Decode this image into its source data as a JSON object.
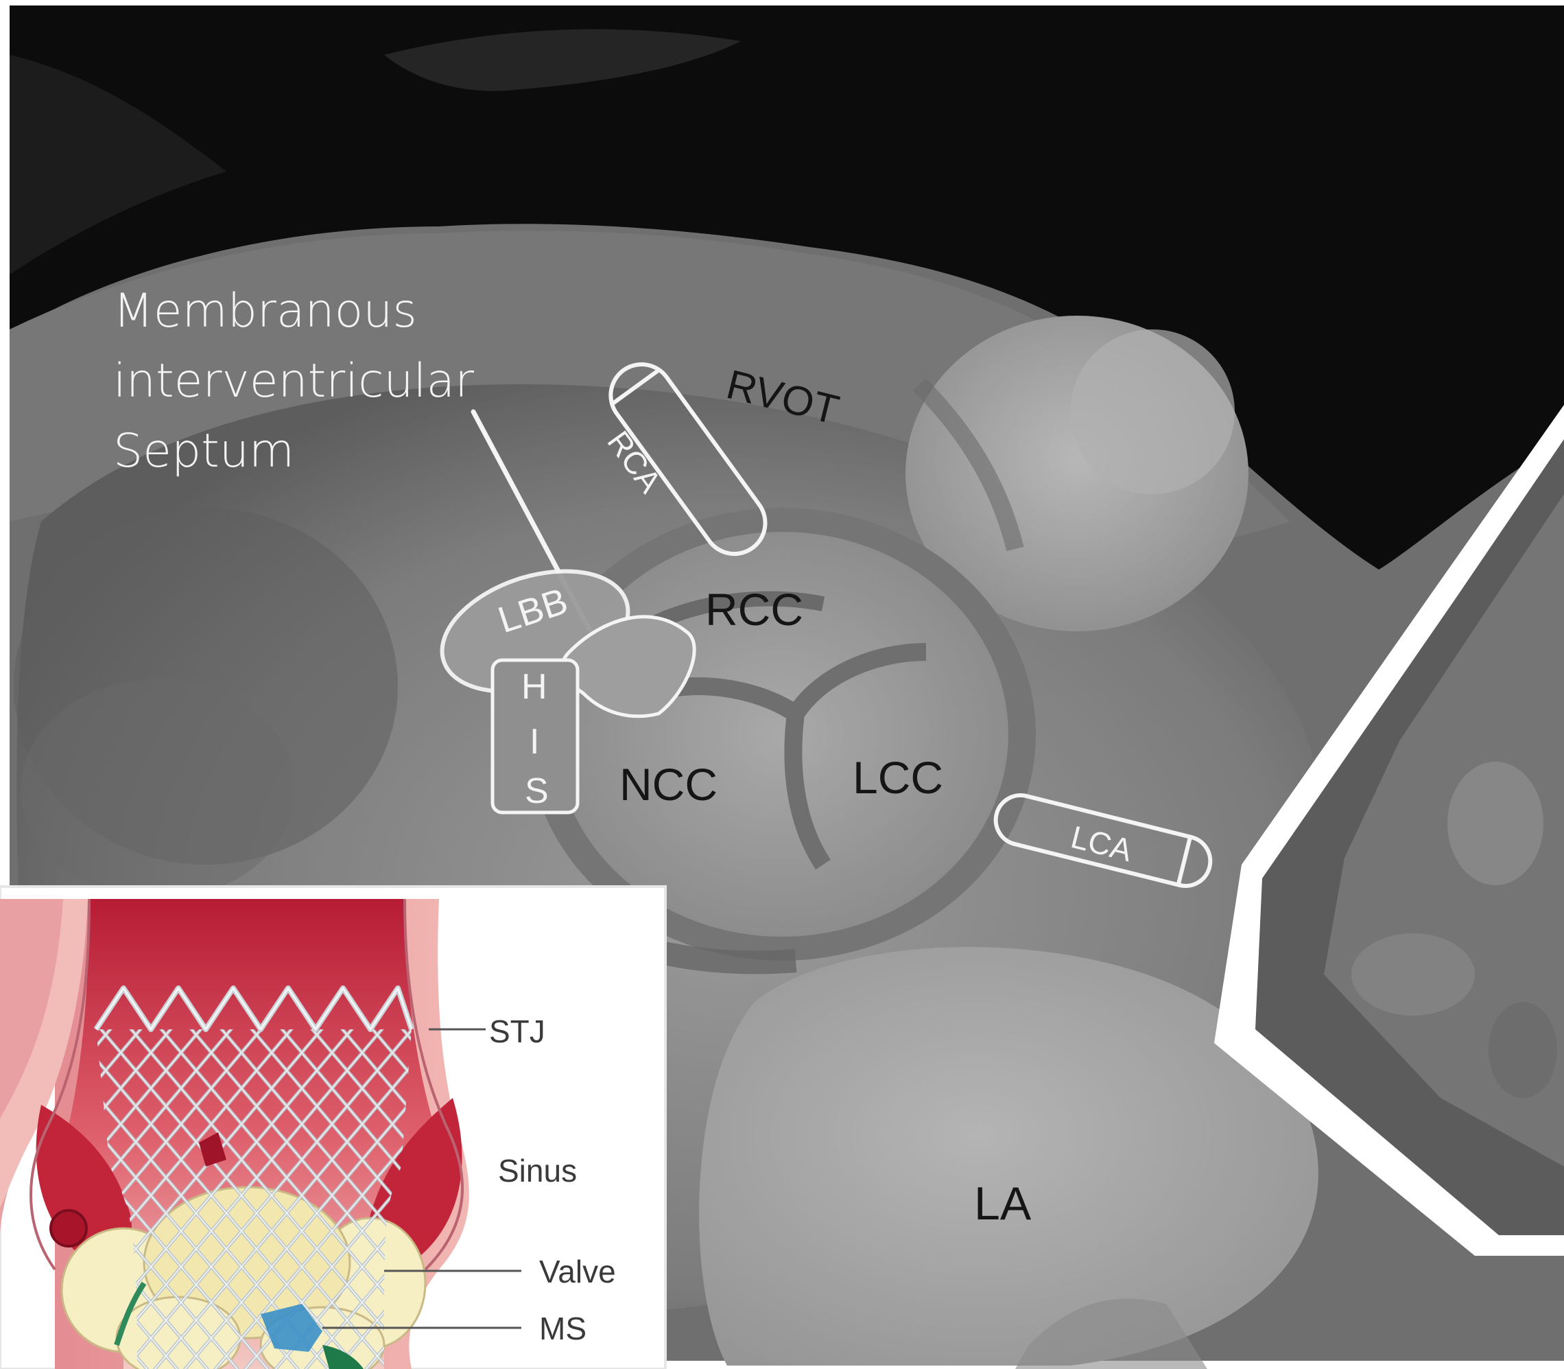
{
  "scan_labels": {
    "septum_line1": "Membranous",
    "septum_line2": "interventricular",
    "septum_line3": "Septum",
    "rvot": "RVOT",
    "rca": "RCA",
    "rcc": "RCC",
    "lbb": "LBB",
    "his_h": "H",
    "his_i": "I",
    "his_s": "S",
    "ncc": "NCC",
    "lcc": "LCC",
    "lca": "LCA",
    "la": "LA"
  },
  "inset_labels": {
    "stj": "STJ",
    "sinus": "Sinus",
    "valve": "Valve",
    "ms": "MS"
  },
  "colors": {
    "scan_dark": "#0a0a0a",
    "scan_gray": "#8a8a8a",
    "annotation_white": "#f4f4f4",
    "aorta_red": "#c0283a",
    "aorta_pink": "#e9a8a8",
    "valve_cream": "#f6eec0",
    "stent_gray": "#c9cfd3"
  }
}
